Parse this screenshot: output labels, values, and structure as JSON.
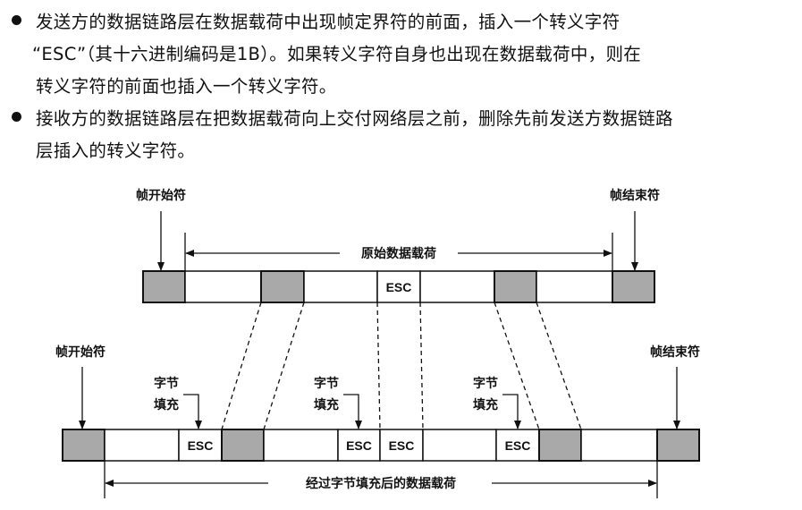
{
  "bullets": [
    {
      "lines": [
        "发送方的数据链路层在数据载荷中出现帧定界符的前面，插入一个转义字符",
        "“ESC”（其十六进制编码是1B）。如果转义字符自身也出现在数据载荷中，则在",
        "转义字符的前面也插入一个转义字符。"
      ]
    },
    {
      "lines": [
        "接收方的数据链路层在把数据载荷向上交付网络层之前，删除先前发送方数据链路",
        "层插入的转义字符。"
      ]
    }
  ],
  "diagram": {
    "top": {
      "start_label": "帧开始符",
      "end_label": "帧结束符",
      "payload_label": "原始数据载荷",
      "esc": "ESC"
    },
    "bottom": {
      "start_label": "帧开始符",
      "end_label": "帧结束符",
      "payload_label": "经过字节填充后的数据载荷",
      "esc": "ESC",
      "stuff_label_1": "字节",
      "stuff_label_2": "填充"
    },
    "colors": {
      "delimiter": "#a9a9a9",
      "border": "#111111"
    }
  }
}
